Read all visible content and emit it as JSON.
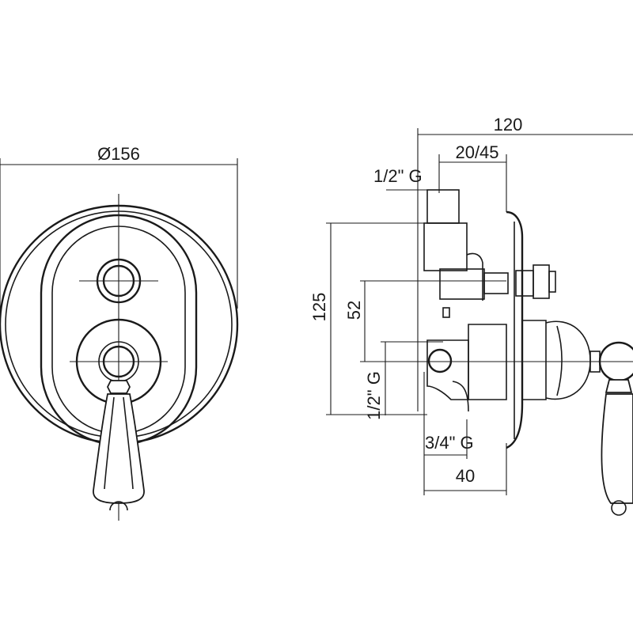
{
  "front_view": {
    "diameter_label": "Ø156"
  },
  "side_view": {
    "overall_depth_label": "120",
    "adjust_range_label": "20/45",
    "top_inlet_label": "1/2\" G",
    "height_label": "125",
    "spacing_label": "52",
    "side_inlet_label": "1/2\" G",
    "outlet_label": "3/4\" G",
    "body_depth_label": "40"
  }
}
